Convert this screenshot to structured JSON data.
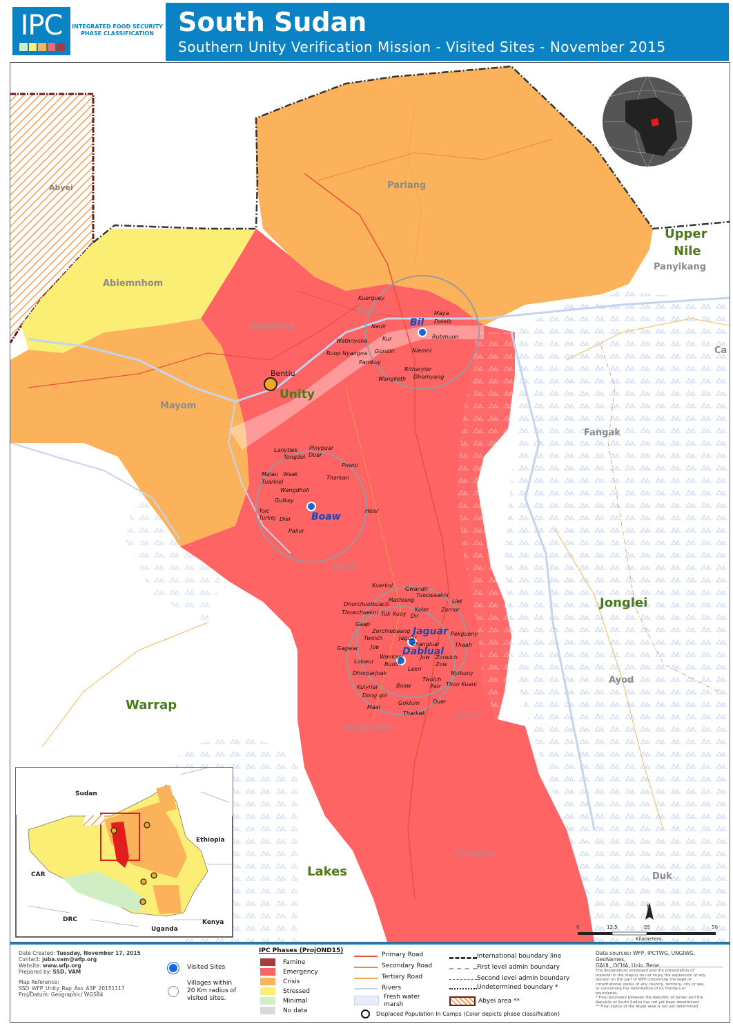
{
  "header": {
    "logo_text": "IPC",
    "logo_subtitle_line1": "INTEGRATED FOOD SECURITY",
    "logo_subtitle_line2": "PHASE CLASSIFICATION",
    "title": "South Sudan",
    "subtitle": "Southern Unity Verification Mission - Visited Sites - November 2015"
  },
  "colors": {
    "brand_blue": "#0b82c4",
    "famine": "#a63c3c",
    "emergency": "#ff6464",
    "crisis": "#fbb25b",
    "stressed": "#fbee75",
    "minimal": "#cfeec4",
    "no_data": "#d9d9d9",
    "water": "#c3d3f0",
    "admin_green": "#4a7a16"
  },
  "map": {
    "regions": {
      "abyei": "Abyei",
      "upper_nile_line1": "Upper",
      "upper_nile_line2": "Nile",
      "jonglei": "Jonglei",
      "warrap": "Warrap",
      "lakes": "Lakes",
      "unity": "Unity"
    },
    "counties": {
      "pariang": "Pariang",
      "abiemnhom": "Abiemnhom",
      "rubkona": "Rubkona",
      "guit": "Guit",
      "mayom": "Mayom",
      "koch": "Koch",
      "mayendit": "Mayendit",
      "leer": "Leer",
      "panyijar": "Panyijar",
      "panyikang": "Panyikang",
      "fangak": "Fangak",
      "ayod": "Ayod",
      "duk": "Duk",
      "canal_partial": "Ca"
    },
    "visited_sites": {
      "bil": "Bil",
      "boaw": "Boaw",
      "jaguar": "Jaguar",
      "dablual": "Dablual"
    },
    "camp": "Bentiu",
    "villages": {
      "v01": "Kuerguey",
      "v02": "Maya",
      "v03": "Doleib",
      "v04": "Nanir",
      "v05": "Kur",
      "v06": "Rubmuon",
      "v07": "Wathnyona",
      "v08": "Ruop Nyangna",
      "v09": "Gondiir",
      "v10": "Niemni",
      "v11": "Pamkuy",
      "v12": "Ritharyier",
      "v13": "Wanglieth",
      "v14": "Dhornyang",
      "v15": "Lanytiek",
      "v16": "Pinypuar",
      "v17": "Tongdol",
      "v18": "Duar",
      "v19": "Powoi",
      "v20": "Malau",
      "v21": "Waak",
      "v22": "Tuarkiel",
      "v23": "Tharkan",
      "v24": "Wangdholi",
      "v25": "Gulkey",
      "v26": "Toic",
      "v27": "Turkej",
      "v28": "Diel",
      "v29": "Hear",
      "v30": "Pakur",
      "v31": "Kuerkol",
      "v32": "Gwandir",
      "v33": "Tuocwaakni",
      "v34": "Mathiang",
      "v35": "Liet",
      "v36": "Dhorchuolkuach",
      "v37": "Koler",
      "v38": "Zornor",
      "v39": "Thowchuekni",
      "v40": "Tuk",
      "v41": "Kuoy",
      "v42": "Dir",
      "v43": "Gaap",
      "v44": "Zorchiebaang",
      "v45": "Pekgueny",
      "v46": "Twoich",
      "v47": "Jaguar",
      "v48": "Gagwar",
      "v49": "Joe",
      "v50": "Changlual",
      "v51": "Thaah",
      "v52": "Lokwur",
      "v53": "Wankaei",
      "v54": "Jow",
      "v55": "Zorwich",
      "v56": "Buoth",
      "v57": "Zow",
      "v58": "Lekri",
      "v59": "Dhorparjoak",
      "v60": "Nyibuoy",
      "v61": "Twoich",
      "v62": "Kuiyrial",
      "v63": "Pair",
      "v64": "Thon Kuani",
      "v65": "Boaw",
      "v66": "Dong gol",
      "v67": "Goklum",
      "v68": "Duer",
      "v69": "Maal",
      "v70": "Tharkek"
    },
    "inset": {
      "sudan": "Sudan",
      "ethiopia": "Ethiopia",
      "car": "CAR",
      "drc": "DRC",
      "kenya": "Kenya",
      "uganda": "Uganda"
    },
    "scale": {
      "ticks": [
        "0",
        "12.5",
        "25",
        "50"
      ],
      "unit": "Kilometers",
      "north": "N"
    }
  },
  "legend": {
    "meta": {
      "date_label": "Date Created:",
      "date_value": "Tuesday, November 17, 2015",
      "contact_label": "Contact:",
      "contact_value": "juba.vam@wfp.org",
      "website_label": "Website:",
      "website_value": "www.wfp.org",
      "prepared_label": "Prepared by:",
      "prepared_value": "SSD, VAM",
      "mapref_label": "Map Reference:",
      "mapref_value": "SSD_WFP_Unity_Rap_Ass_A3P_20151117",
      "proj_label": "Proj/Datum:",
      "proj_value": "Geographic/ WGS84"
    },
    "visited_sites": "Visited Sites",
    "villages_line1": "Villages within",
    "villages_line2": "20 Km radius of",
    "villages_line3": "visited sites.",
    "ipc_title": "IPC Phases (ProjOND15)",
    "phases": [
      "Famine",
      "Emergency",
      "Crisis",
      "Stressed",
      "Minimal",
      "No data"
    ],
    "roads": [
      "Primary Road",
      "Secondary Road",
      "Tertiary Road",
      "Rivers"
    ],
    "marsh_line1": "Fresh water",
    "marsh_line2": "marsh",
    "boundaries": [
      "International boundary line",
      "First level admin boundary",
      "Second level admin boundary",
      "Undetermined boundary *",
      "Abyei area **"
    ],
    "camps": "Displaced Population In Camps (Color depicts phase classification)",
    "sources_line1": "Data sources: WFP, IPCTWG, UNGIWG, GeoNames,",
    "sources_line2": "GAUL, OCHA, Univ. Bene",
    "disclaimer_1": "The designations employed and the presentation of",
    "disclaimer_2": "material in the map(s) do not imply the expression of any",
    "disclaimer_3": "opinion on the part of WFP concerning the legal or",
    "disclaimer_4": "constitutional status of any country, territory, city or sea,",
    "disclaimer_5": "or concerning the delimitation of its frontiers or",
    "disclaimer_6": "boundaries.",
    "footnote_1": "* Final boundary between the Republic of Sudan and the",
    "footnote_2": "Republic of South Sudan has not yet been determined",
    "footnote_3": "** Final status of the Abyei area is not yet determined"
  }
}
